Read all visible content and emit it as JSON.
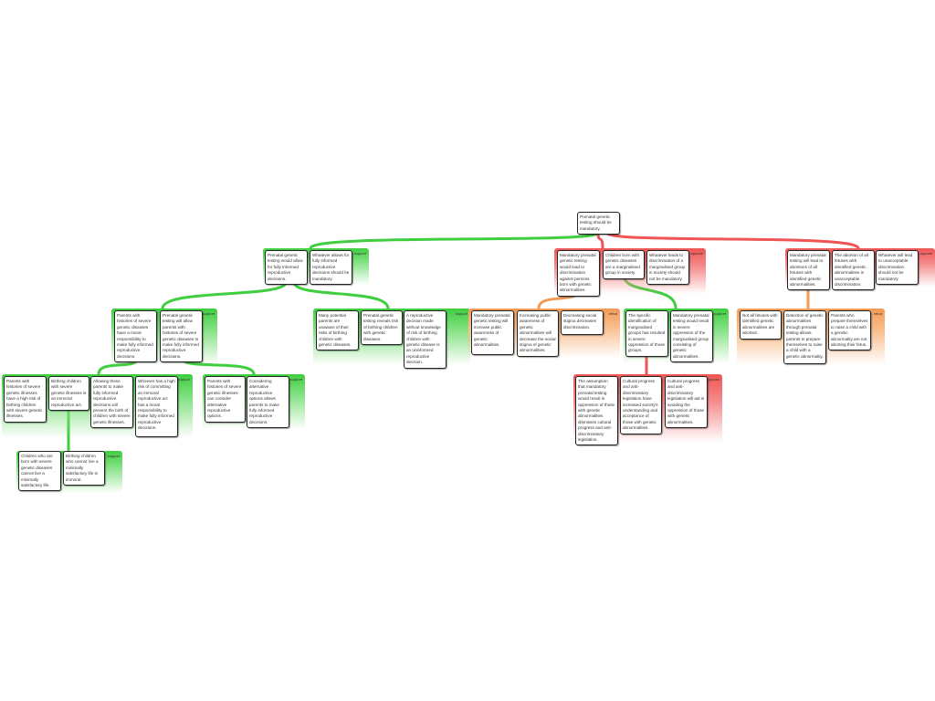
{
  "root": {
    "text": "Prenatal genetic testing should be mandatory."
  },
  "groups": [
    {
      "id": "g1",
      "type": "support",
      "label": "support",
      "boxes": [
        "Prenatal genetic testing would allow for fully informed reproductive decisions.",
        "Whatever allows for fully informed reproductive decisions should be mandatory."
      ]
    },
    {
      "id": "r1",
      "type": "oppose",
      "label": "oppose",
      "boxes": [
        "Mandatory prenatal genetic testing would lead to discrimination against persons born with genetic abnormalities.",
        "Children born with genetic diseases are a marginalised group in society.",
        "Whatever leads to discrimination of a marginalised group in society should not be mandatory."
      ]
    },
    {
      "id": "r2",
      "type": "oppose",
      "label": "oppose",
      "boxes": [
        "Mandatory prenatal testing will lead to abortions of all fetuses with identified genetic abnormalities.",
        "The abortion of all fetuses with identified genetic abnormalities is unacceptable discrimination.",
        "Whatever will lead to unacceptable discrimination should not be mandatory."
      ]
    },
    {
      "id": "g2",
      "type": "support",
      "label": "support",
      "boxes": [
        "Parents with histories of severe genetic diseases have a moral responsibility to make fully informed reproductive decisions.",
        "Prenatal genetic testing will allow parents with histories of severe genetic diseases to make fully informed reproductive decisions."
      ]
    },
    {
      "id": "g3",
      "type": "support",
      "label": "support",
      "boxes": [
        "Many potential parents are unaware of their risks of birthing children with genetic diseases.",
        "Prenatal genetic testing reveals risk of birthing children with genetic diseases.",
        "A reproductive decision made without knowledge of risk of birthing children with genetic disease is an uninformed reproductive decision."
      ]
    },
    {
      "id": "o1",
      "type": "rebut",
      "label": "rebut",
      "boxes": [
        "Mandatory prenatal genetic testing will increase public awareness of genetic abnormalities.",
        "Increasing public awareness of genetic abnormalities will decrease the social stigma of genetic abnormalities.",
        "Decreasing social stigma decreases discrimination."
      ]
    },
    {
      "id": "g4",
      "type": "support",
      "label": "support",
      "boxes": [
        "The specific identification of marginalised groups has resulted in severe oppression of those groups.",
        "Mandatory prenatal testing would result in severe oppression of the marginalised group consisting of genetic abnormalities."
      ]
    },
    {
      "id": "o2",
      "type": "rebut",
      "label": "rebut",
      "boxes": [
        "Not all fetuses with identified genetic abnormalities are aborted.",
        "Detection of genetic abnormalities through prenatal testing allows parents to prepare themselves to raise a child with a genetic abnormality.",
        "Parents who prepare themselves to raise a child with a genetic abnormality are not aborting their fetus."
      ]
    },
    {
      "id": "g5",
      "type": "support",
      "label": "support",
      "boxes": [
        "Parents with histories of severe genetic illnesses have a high risk of birthing children with severe genetic illnesses.",
        "Birthing children with severe genetic illnesses is an immoral reproductive act.",
        "Allowing these parents to make fully informed reproductive decisions will prevent the birth of children with severe genetic illnesses.",
        "Whoever has a high risk of committing an immoral reproductive act has a moral responsibility to make fully informed reproductive decisions."
      ]
    },
    {
      "id": "g6",
      "type": "support",
      "label": "support",
      "boxes": [
        "Parents with histories of severe genetic illnesses can consider alternative reproductive options.",
        "Considering alternative reproductive options allows parents to make fully informed reproductive decisions."
      ]
    },
    {
      "id": "r3",
      "type": "oppose",
      "label": "oppose",
      "boxes": [
        "The assumption that mandatory prenatal testing would result in oppression of those with genetic abnormalities dismisses cultural progress and anti-discriminatory legislation.",
        "Cultural progress and anti-discriminatory legislation have increased society's understanding and acceptance of those with genetic abnormalities.",
        "Cultural progress and anti-discriminatory legislation will aid in avoiding the oppression of those with genetic abnormalities."
      ]
    },
    {
      "id": "g7",
      "type": "support",
      "label": "support",
      "boxes": [
        "Children who are born with severe genetic diseases cannot live a minimally satisfactory life.",
        "Birthing children who cannot live a minimally satisfactory life is immoral."
      ]
    }
  ],
  "colors": {
    "support": "#3fce3f",
    "oppose": "#ef5555",
    "rebut": "#f49a55"
  }
}
